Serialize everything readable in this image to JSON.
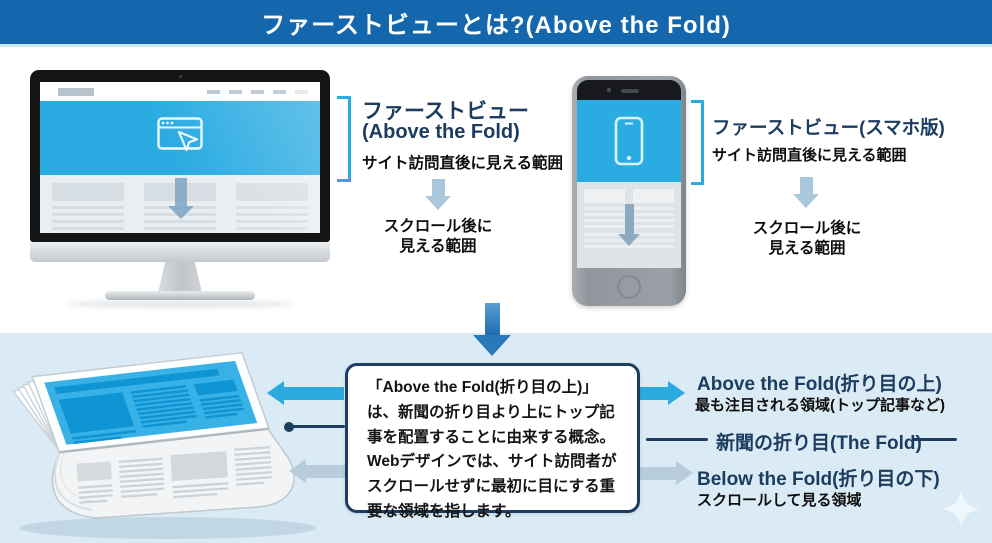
{
  "header": {
    "title": "ファーストビューとは?(Above the Fold)"
  },
  "desktop": {
    "title_line1": "ファーストビュー",
    "title_line2": "(Above the Fold)",
    "subtitle": "サイト訪問直後に見える範囲",
    "scroll_line1": "スクロール後に",
    "scroll_line2": "見える範囲"
  },
  "mobile": {
    "title": "ファーストビュー(スマホ版)",
    "subtitle": "サイト訪問直後に見える範囲",
    "scroll_line1": "スクロール後に",
    "scroll_line2": "見える範囲"
  },
  "explanation_box": {
    "text": "「Above the Fold(折り目の上)」は、新聞の折り目より上にトップ記事を配置することに由来する概念。Webデザインでは、サイト訪問者がスクロールせずに最初に目にする重要な領域を指します。"
  },
  "fold_diagram": {
    "above_title": "Above the Fold(折り目の上)",
    "above_desc": "最も注目される領域(トップ記事など)",
    "fold_label": "新聞の折り目(The Fold)",
    "below_title": "Below the Fold(折り目の下)",
    "below_desc": "スクロールして見る領域"
  },
  "icons": {
    "desktop_hero": "browser-click-icon",
    "mobile_hero": "smartphone-icon",
    "scroll_indicator": "down-arrow-icon",
    "fold_marker": "bracket-icon",
    "decoration": "four-point-star-icon"
  },
  "colors": {
    "header_bg": "#1467ad",
    "accent_cyan": "#2aabe2",
    "navy_text": "#1c3c60",
    "bottom_bg": "#daebf5",
    "arrow_blue": "#2979ba",
    "arrow_gray": "#b7cdd9"
  }
}
